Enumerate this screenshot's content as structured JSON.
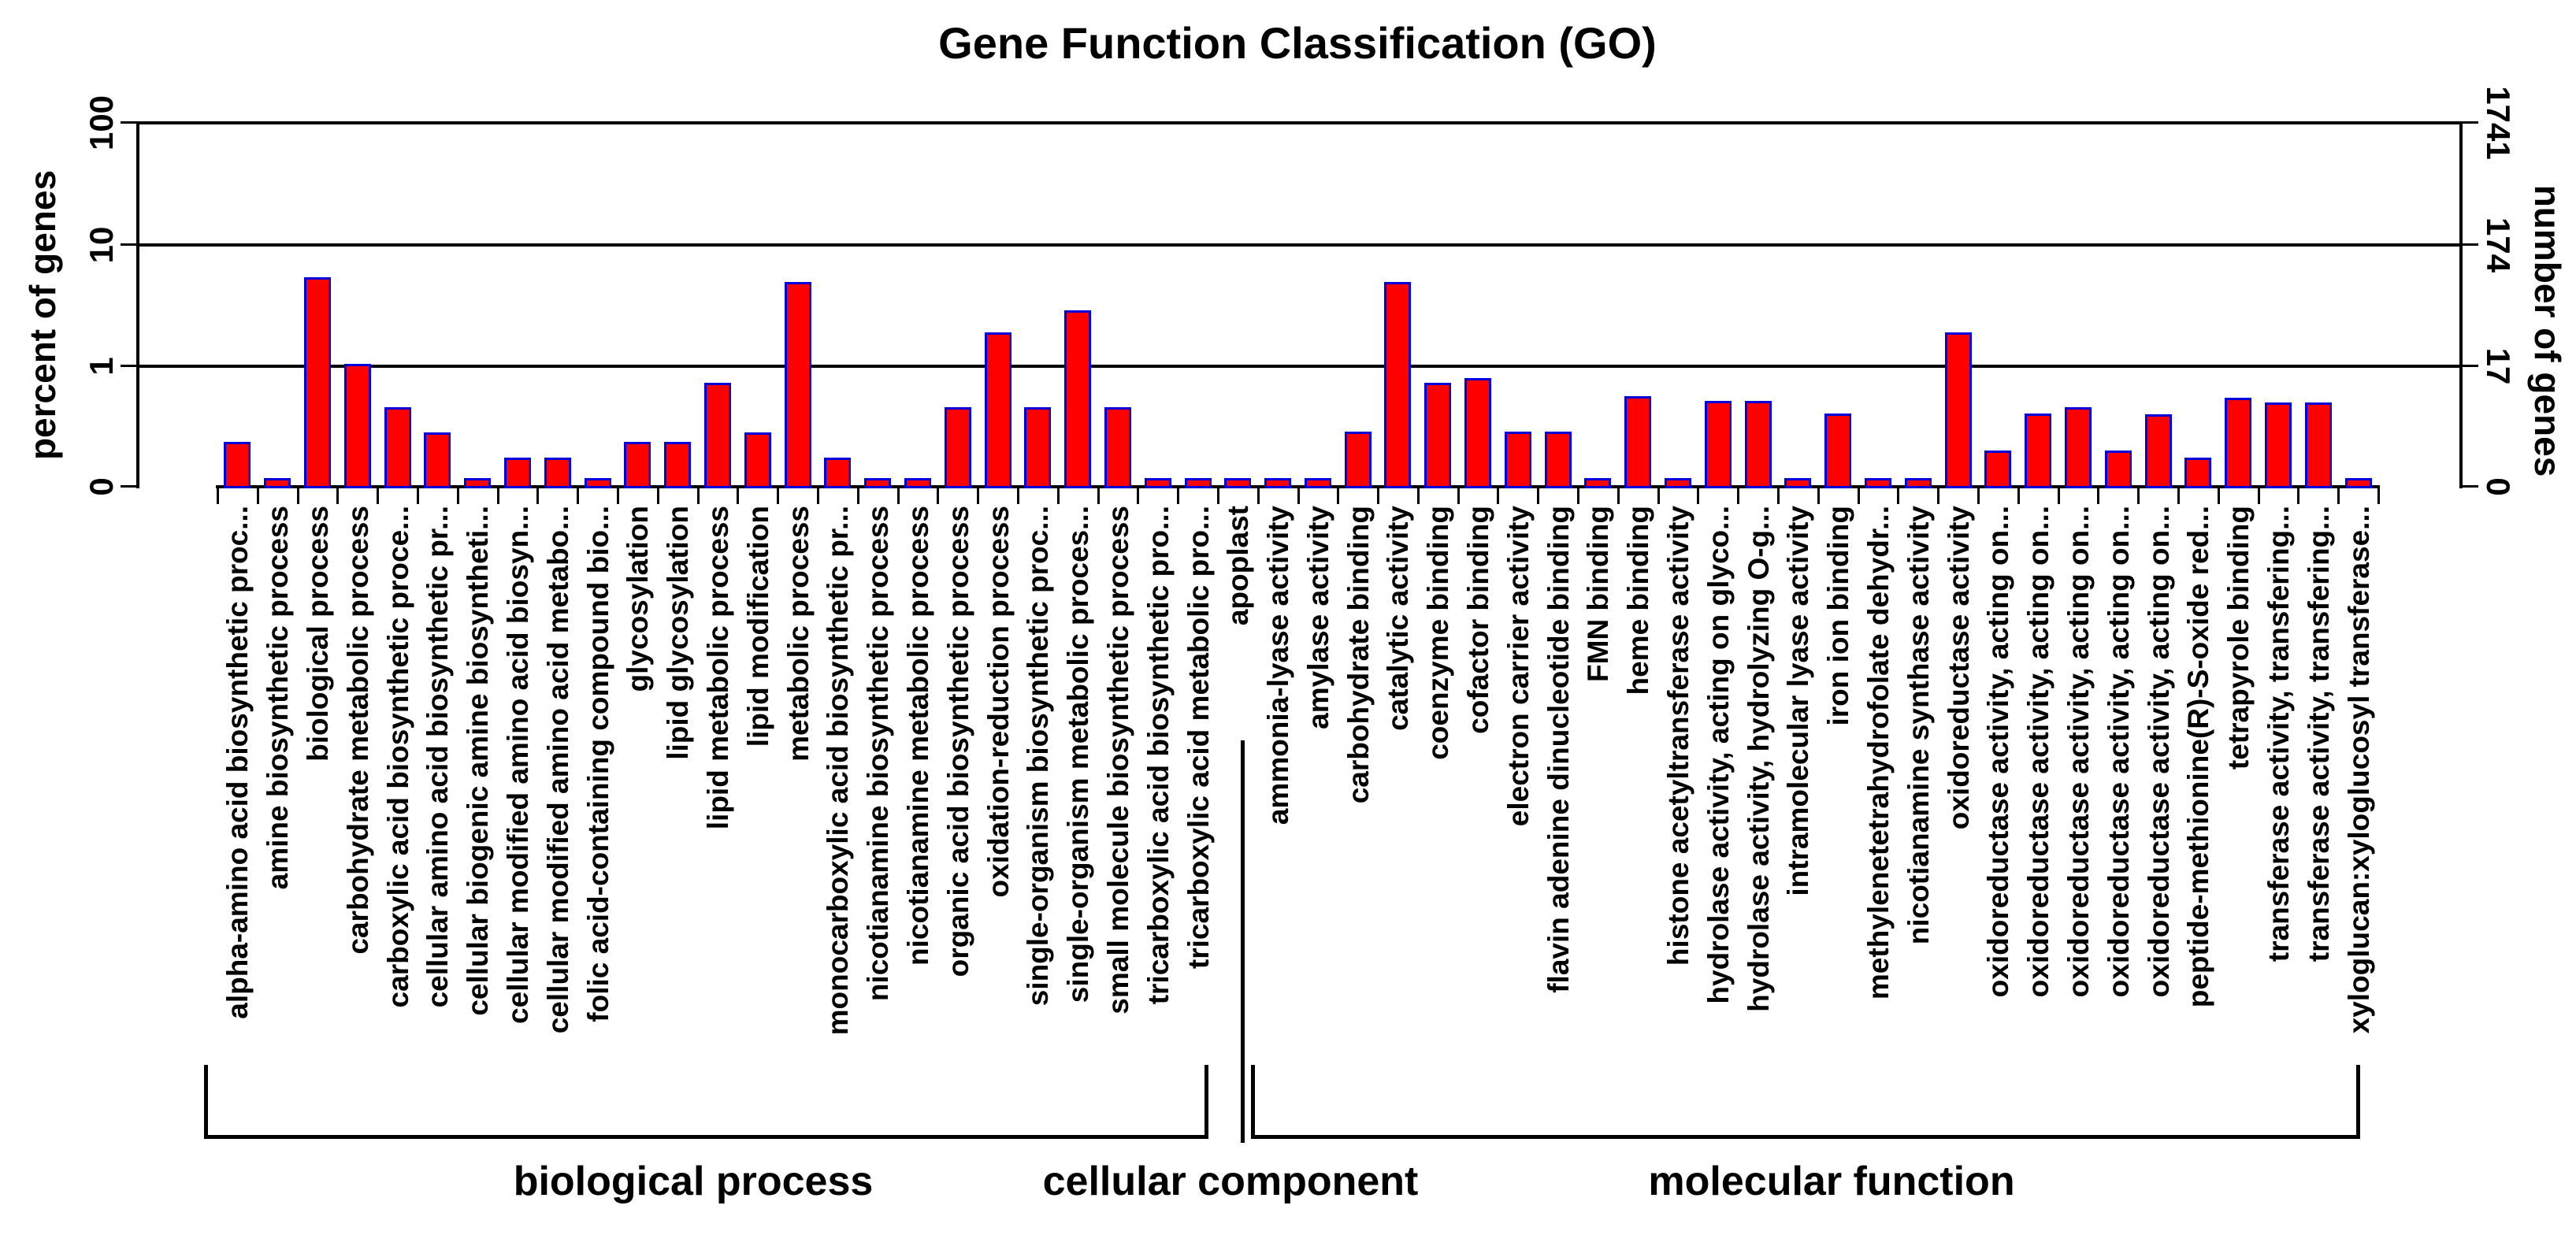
{
  "chart_data": {
    "type": "bar",
    "title": "Gene Function Classification (GO)",
    "y_axis_left": {
      "label": "percent of genes",
      "ticks": [
        "100",
        "10",
        "1",
        "0"
      ],
      "scale": "log decades 0-1-10-100, 0-1 segment linear"
    },
    "y_axis_right": {
      "label": "number of genes",
      "ticks": [
        "1741",
        "174",
        "17",
        "0"
      ],
      "total_genes": 1741
    },
    "grid": "horizontal lines at 1, 10, 100",
    "legend": "none",
    "bar_fill_color": "#ff0000",
    "bar_border_color": "#0000dd",
    "groups": [
      {
        "name": "biological process",
        "from": 1,
        "to": 25
      },
      {
        "name": "cellular component",
        "from": 26,
        "to": 26
      },
      {
        "name": "molecular function",
        "from": 27,
        "to": 54
      }
    ],
    "categories": [
      "alpha-amino acid biosynthetic proc...",
      "amine biosynthetic process",
      "biological process",
      "carbohydrate metabolic process",
      "carboxylic acid biosynthetic proce...",
      "cellular amino acid biosynthetic pr...",
      "cellular biogenic amine biosyntheti...",
      "cellular modified amino acid biosyn...",
      "cellular modified amino acid metabo...",
      "folic acid-containing compound bio...",
      "glycosylation",
      "lipid glycosylation",
      "lipid metabolic process",
      "lipid modification",
      "metabolic process",
      "monocarboxylic acid biosynthetic pr...",
      "nicotianamine biosynthetic process",
      "nicotianamine metabolic process",
      "organic acid biosynthetic process",
      "oxidation-reduction process",
      "single-organism biosynthetic proc...",
      "single-organism metabolic proces...",
      "small molecule biosynthetic process",
      "tricarboxylic acid biosynthetic pro...",
      "tricarboxylic acid metabolic pro...",
      "apoplast",
      "ammonia-lyase activity",
      "amylase activity",
      "carbohydrate binding",
      "catalytic activity",
      "coenzyme binding",
      "cofactor binding",
      "electron carrier activity",
      "flavin adenine dinucleotide binding",
      "FMN binding",
      "heme binding",
      "histone acetyltransferase activity",
      "hydrolase activity, acting on glyco...",
      "hydrolase activity, hydrolyzing O-g...",
      "intramolecular lyase activity",
      "iron ion binding",
      "methylenetetrahydrofolate dehydr...",
      "nicotianamine synthase activity",
      "oxidoreductase activity",
      "oxidoreductase activity, acting on...",
      "oxidoreductase activity, acting on...",
      "oxidoreductase activity, acting on...",
      "oxidoreductase activity, acting on...",
      "oxidoreductase activity, acting on...",
      "peptide-methionine(R)-S-oxide red...",
      "tetrapyrole binding",
      "transferase activity, transfering...",
      "transferase activity, transfering...",
      "xyloglucan:xyloglucosyl transferase..."
    ],
    "values_percent": [
      0.37,
      0.07,
      5.4,
      1.04,
      0.66,
      0.45,
      0.07,
      0.24,
      0.24,
      0.07,
      0.37,
      0.37,
      0.86,
      0.45,
      4.9,
      0.24,
      0.07,
      0.07,
      0.66,
      1.9,
      0.66,
      2.9,
      0.66,
      0.07,
      0.07,
      0.07,
      0.07,
      0.07,
      0.46,
      4.9,
      0.86,
      0.9,
      0.46,
      0.46,
      0.07,
      0.75,
      0.07,
      0.71,
      0.71,
      0.07,
      0.61,
      0.07,
      0.07,
      1.9,
      0.3,
      0.61,
      0.66,
      0.3,
      0.6,
      0.24,
      0.74,
      0.7,
      0.7,
      0.07
    ]
  }
}
